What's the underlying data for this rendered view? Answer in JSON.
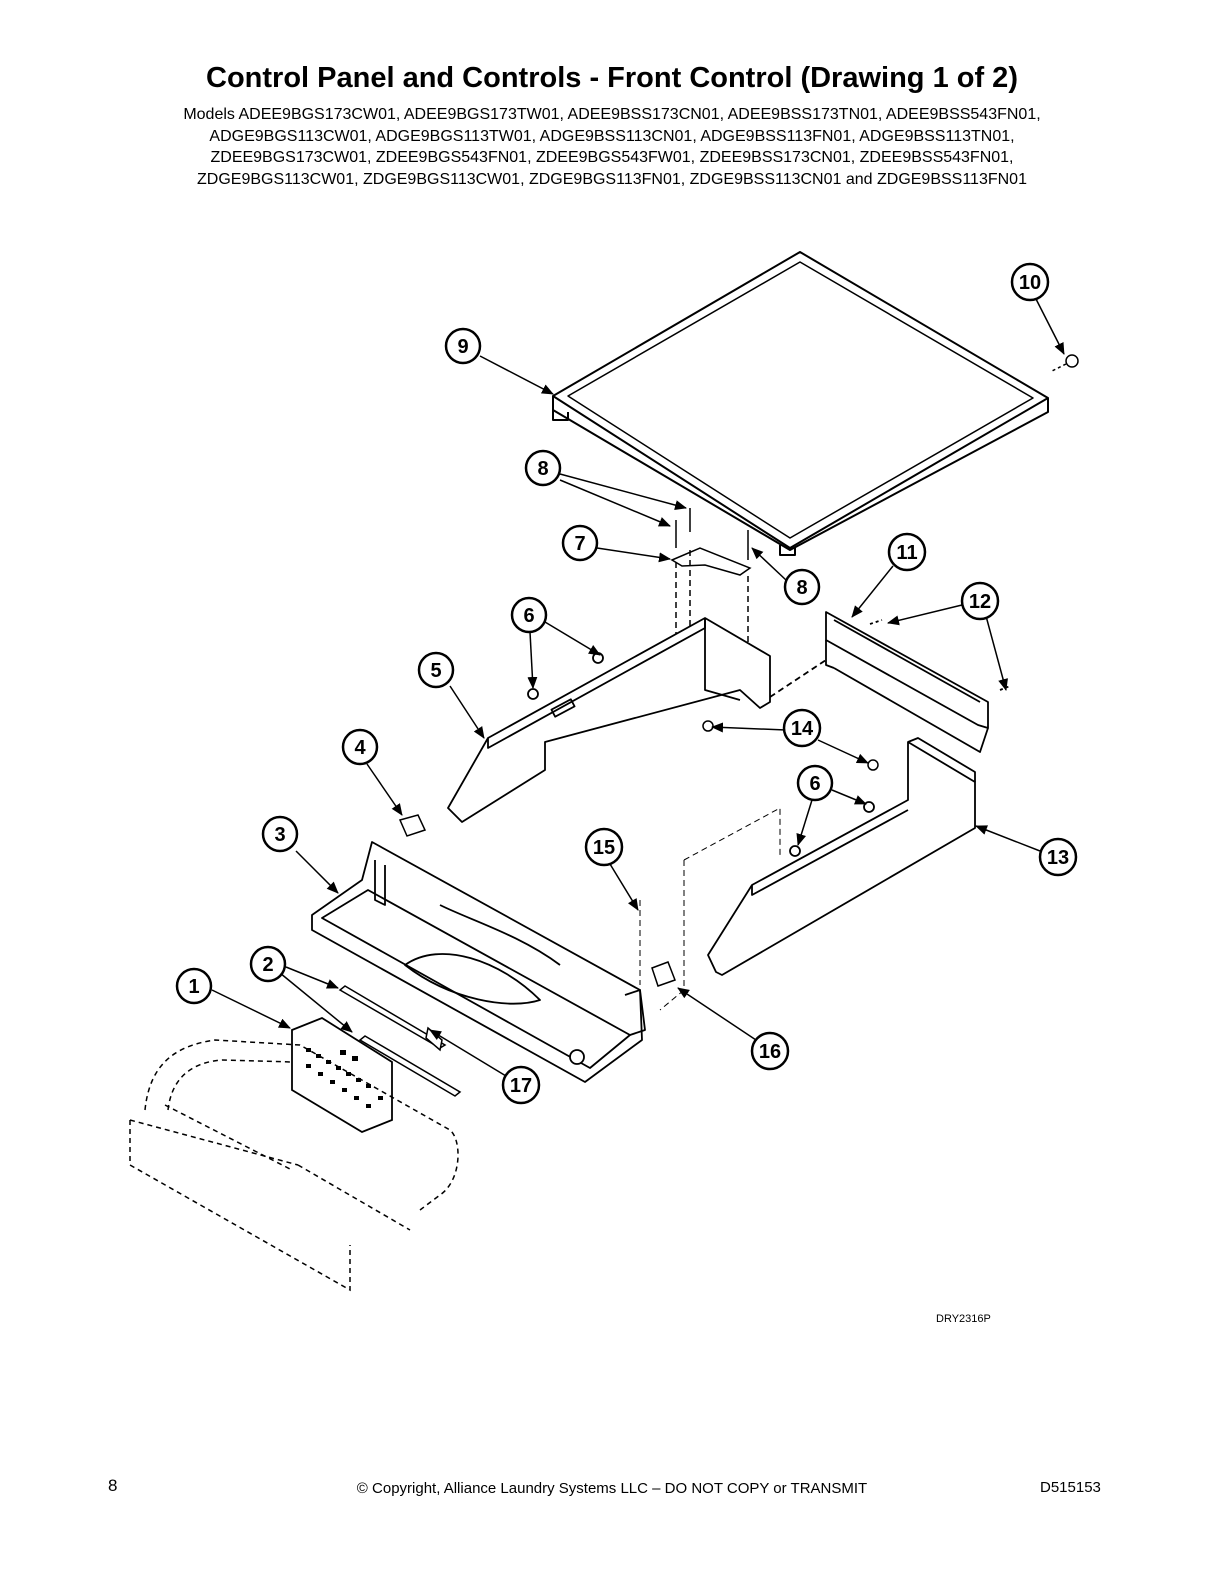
{
  "header": {
    "title": "Control Panel and Controls - Front Control (Drawing 1 of 2)",
    "model_lines": [
      "Models ADEE9BGS173CW01, ADEE9BGS173TW01, ADEE9BSS173CN01, ADEE9BSS173TN01, ADEE9BSS543FN01,",
      "ADGE9BGS113CW01, ADGE9BGS113TW01, ADGE9BSS113CN01, ADGE9BSS113FN01, ADGE9BSS113TN01,",
      "ZDEE9BGS173CW01, ZDEE9BGS543FN01, ZDEE9BGS543FW01, ZDEE9BSS173CN01, ZDEE9BSS543FN01,",
      "ZDGE9BGS113CW01, ZDGE9BGS113CW01, ZDGE9BGS113FN01, ZDGE9BSS113CN01 and ZDGE9BSS113FN01"
    ]
  },
  "diagram": {
    "drawing_id": "DRY2316P",
    "callouts": [
      "1",
      "2",
      "3",
      "4",
      "5",
      "6",
      "6",
      "7",
      "8",
      "8",
      "9",
      "10",
      "11",
      "12",
      "13",
      "14",
      "15",
      "16",
      "17"
    ]
  },
  "footer": {
    "page_number": "8",
    "copyright": "© Copyright, Alliance Laundry Systems LLC – DO NOT COPY or TRANSMIT",
    "doc_number": "D515153"
  }
}
